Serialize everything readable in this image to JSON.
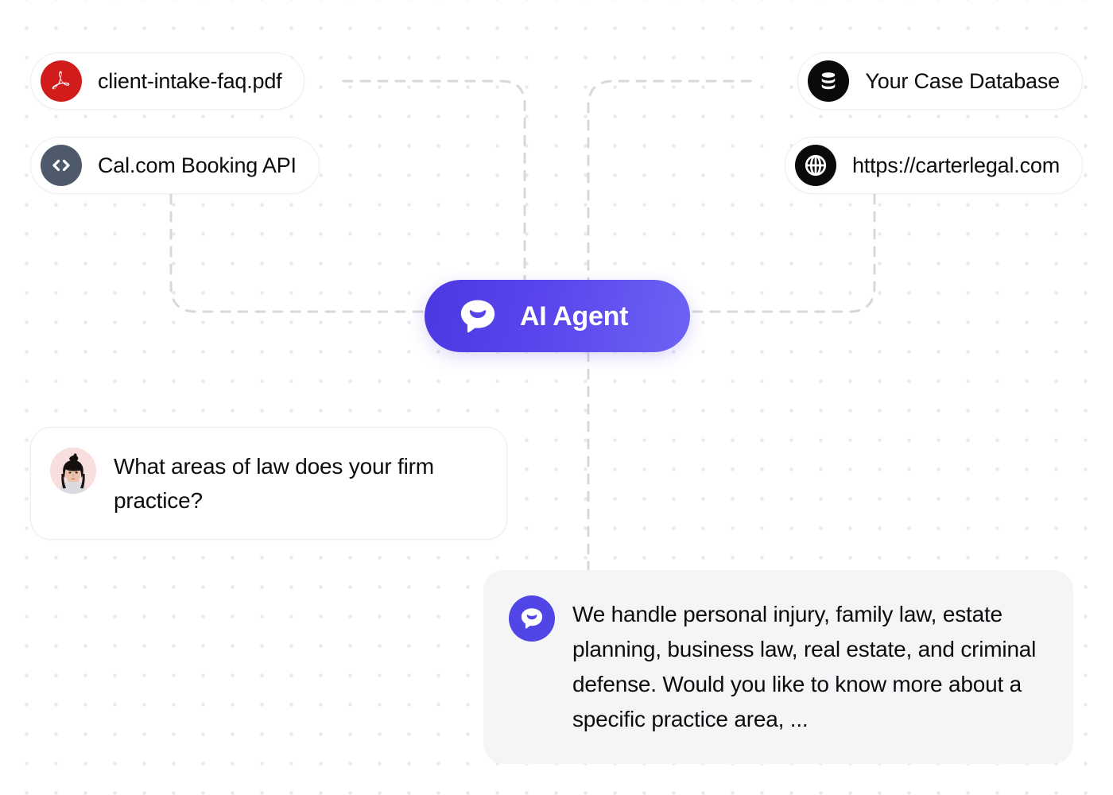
{
  "canvas": {
    "background_color": "#ffffff",
    "dot_grid_color": "#e9e9ec",
    "connector_color": "#d8d8dc"
  },
  "agent": {
    "label": "AI Agent",
    "icon": "chat-bubble-logo-icon",
    "gradient_from": "#4b38e0",
    "gradient_to": "#6c63f4",
    "text_color": "#ffffff"
  },
  "sources": [
    {
      "id": "pdf",
      "label": "client-intake-faq.pdf",
      "icon": "pdf-file-icon",
      "icon_bg": "#d21b1b",
      "side": "left"
    },
    {
      "id": "api",
      "label": "Cal.com Booking API",
      "icon": "code-brackets-icon",
      "icon_bg": "#4e5a6b",
      "side": "left"
    },
    {
      "id": "database",
      "label": "Your Case Database",
      "icon": "database-icon",
      "icon_bg": "#0a0a0a",
      "side": "right"
    },
    {
      "id": "website",
      "label": "https://carterlegal.com",
      "icon": "globe-icon",
      "icon_bg": "#0a0a0a",
      "side": "right"
    }
  ],
  "conversation": {
    "user_message": {
      "text": "What areas of law does your firm practice?",
      "avatar": "user-avatar-photo",
      "bubble_bg": "#ffffff"
    },
    "ai_message": {
      "text": "We handle personal injury, family law, estate planning, business law, real estate, and criminal defense. Would you like to know more about a specific practice area, ...",
      "avatar": "ai-avatar-icon",
      "bubble_bg": "#f5f5f7",
      "avatar_bg": "#4f46e5"
    }
  }
}
